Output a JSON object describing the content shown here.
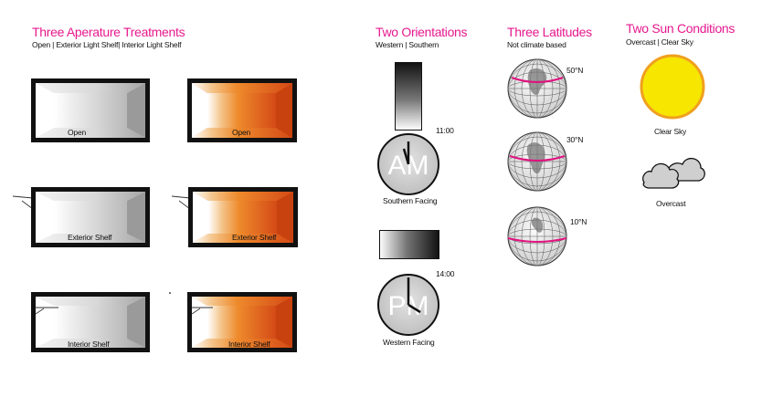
{
  "sections": {
    "apertures": {
      "title": "Three Aperature Treatments",
      "subtitle": "Open | Exterior Light Shelf| Interior Light Shelf",
      "rooms": [
        {
          "label": "Open",
          "variant": "gray"
        },
        {
          "label": "Open",
          "variant": "orange"
        },
        {
          "label": "Exterior Shelf",
          "variant": "gray"
        },
        {
          "label": "Exterior Shelf",
          "variant": "orange"
        },
        {
          "label": "Interior Shelf",
          "variant": "gray"
        },
        {
          "label": "Interior Shelf",
          "variant": "orange"
        }
      ]
    },
    "orientations": {
      "title": "Two Orientations",
      "subtitle": "Western | Southern",
      "clocks": [
        {
          "time": "11:00",
          "text": "AM",
          "caption": "Southern Facing"
        },
        {
          "time": "14:00",
          "text": "PM",
          "caption": "Western Facing"
        }
      ]
    },
    "latitudes": {
      "title": "Three Latitudes",
      "subtitle": "Not climate based",
      "globes": [
        {
          "label": "50°N"
        },
        {
          "label": "30°N"
        },
        {
          "label": "10°N"
        }
      ]
    },
    "sun": {
      "title": "Two Sun Conditions",
      "subtitle": "Overcast | Clear Sky",
      "clear_label": "Clear Sky",
      "overcast_label": "Overcast"
    }
  },
  "colors": {
    "title": "#e6198f",
    "orange": "#e2591c",
    "sun": "#f7e600",
    "latitude_line": "#e0127f"
  }
}
